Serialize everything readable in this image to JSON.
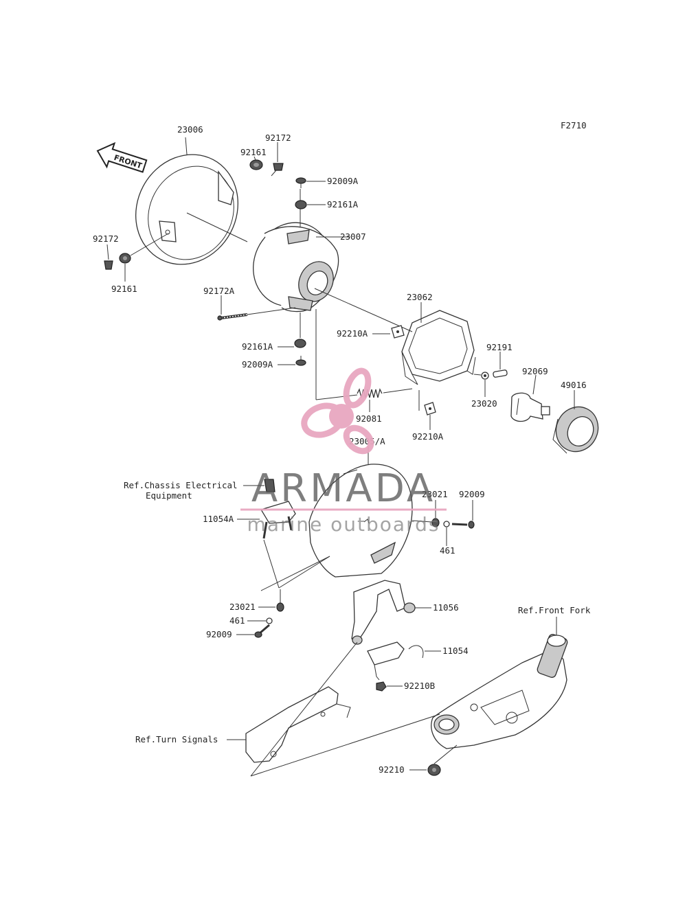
{
  "figure_code": "F2710",
  "front_arrow_text": "FRONT",
  "parts": {
    "p23006": "23006",
    "p92172_top": "92172",
    "p92161_top": "92161",
    "p92009A_top": "92009A",
    "p92161A_top": "92161A",
    "p23007": "23007",
    "p92172_left": "92172",
    "p92161_left": "92161",
    "p92172A": "92172A",
    "p23062": "23062",
    "p92210A_top": "92210A",
    "p92191": "92191",
    "p92161A_bottom": "92161A",
    "p92069": "92069",
    "p49016": "49016",
    "p92009A_bottom": "92009A",
    "p23020": "23020",
    "p92081": "92081",
    "p92210A_bottom": "92210A",
    "p23005A": "23005/A",
    "p23021_right": "23021",
    "p92009_right": "92009",
    "p11054A": "11054A",
    "p461_right": "461",
    "p23021_left": "23021",
    "p11056": "11056",
    "p461_left": "461",
    "p92009_left": "92009",
    "p11054": "11054",
    "p92210B": "92210B",
    "p92210": "92210"
  },
  "refs": {
    "chassis_line1": "Ref.Chassis Electrical",
    "chassis_line2": "Equipment",
    "front_fork": "Ref.Front Fork",
    "turn_signals": "Ref.Turn Signals"
  },
  "watermark": {
    "brand": "ARMADA",
    "tagline": "marine outboards",
    "brand_color": "#555555",
    "accent_color": "#e8a7c0"
  }
}
